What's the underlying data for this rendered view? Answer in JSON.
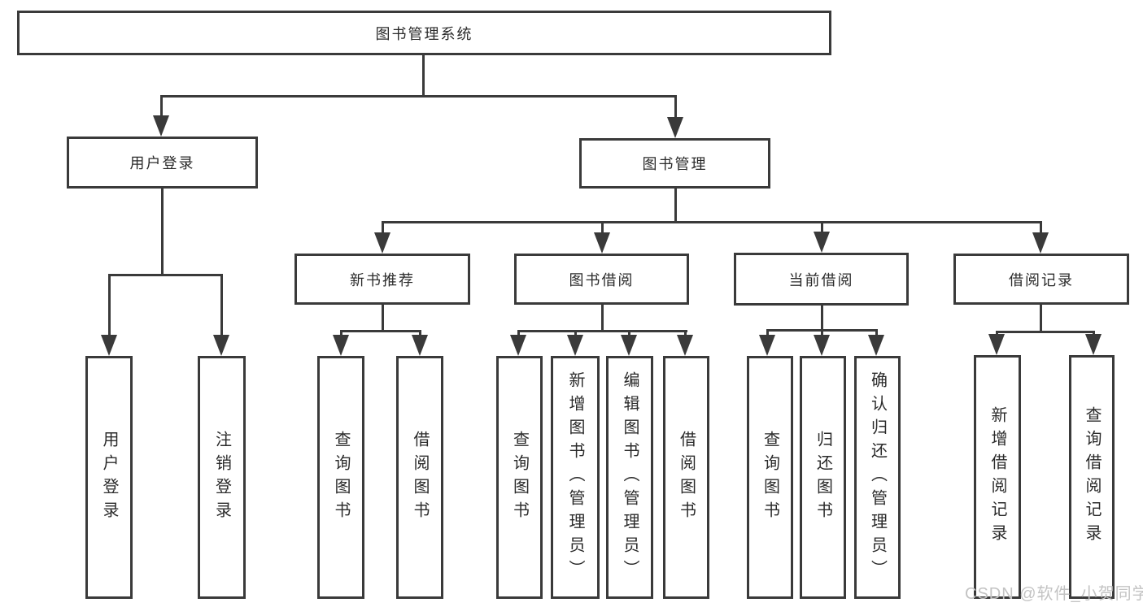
{
  "diagram": {
    "watermark": "CSDN @软件_小贺同学",
    "colors": {
      "line": "#3a3a3a",
      "text": "#2b2b2b",
      "background": "#ffffff",
      "watermark": "#c3c3c3"
    },
    "tree": {
      "root": {
        "label": "图书管理系统",
        "children": [
          {
            "label": "用户登录",
            "children": [
              {
                "label": "用户登录"
              },
              {
                "label": "注销登录"
              }
            ]
          },
          {
            "label": "图书管理",
            "children": [
              {
                "label": "新书推荐",
                "children": [
                  {
                    "label": "查询图书"
                  },
                  {
                    "label": "借阅图书"
                  }
                ]
              },
              {
                "label": "图书借阅",
                "children": [
                  {
                    "label": "查询图书"
                  },
                  {
                    "label": "新增图书（管理员）"
                  },
                  {
                    "label": "编辑图书（管理员）"
                  },
                  {
                    "label": "借阅图书"
                  }
                ]
              },
              {
                "label": "当前借阅",
                "children": [
                  {
                    "label": "查询图书"
                  },
                  {
                    "label": "归还图书"
                  },
                  {
                    "label": "确认归还（管理员）"
                  }
                ]
              },
              {
                "label": "借阅记录",
                "children": [
                  {
                    "label": "新增借阅记录"
                  },
                  {
                    "label": "查询借阅记录"
                  }
                ]
              }
            ]
          }
        ]
      }
    }
  }
}
